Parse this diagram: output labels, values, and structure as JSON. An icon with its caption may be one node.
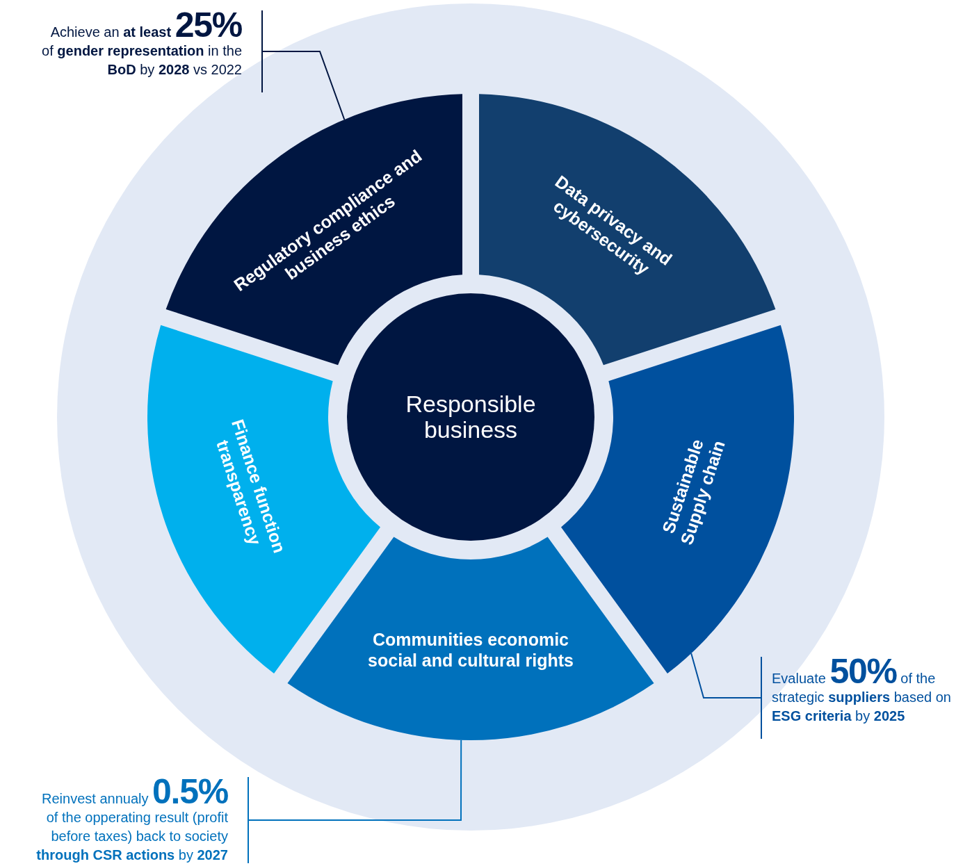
{
  "diagram": {
    "nodes": [
      {
        "text": [
          "Responsible business"
        ]
      },
      {
        "text": [
          "Regulatory compliance and business ethics"
        ]
      },
      {
        "text": [
          "Data privacy and cybersecurity"
        ]
      },
      {
        "text": [
          "Sustainable Supply chain"
        ]
      },
      {
        "text": [
          "Communities economic social and cultural rights"
        ]
      },
      {
        "text": [
          "Finance function transparency"
        ]
      },
      {
        "text": [
          "Achieve an **at least**",
          "25%",
          "of **gender representation** in the **BoD** by **2028** vs 2022"
        ]
      },
      {
        "text": [
          "Evaluate",
          "50%",
          "of the strategic **suppliers** based on **ESG criteria** by **2025**"
        ]
      },
      {
        "text": [
          "Reinvest annualy",
          "0.5%",
          "of the opperating result (profit before taxes) back to society **through CSR actions** by **2027**"
        ]
      }
    ],
    "edges": [
      {
        "from": 6,
        "to": 1,
        "arrow": "none",
        "color": "#001641"
      },
      {
        "from": 7,
        "to": 3,
        "arrow": "none",
        "color": "#00509e"
      },
      {
        "from": 8,
        "to": 4,
        "arrow": "none",
        "color": "#0071bc"
      }
    ]
  }
}
